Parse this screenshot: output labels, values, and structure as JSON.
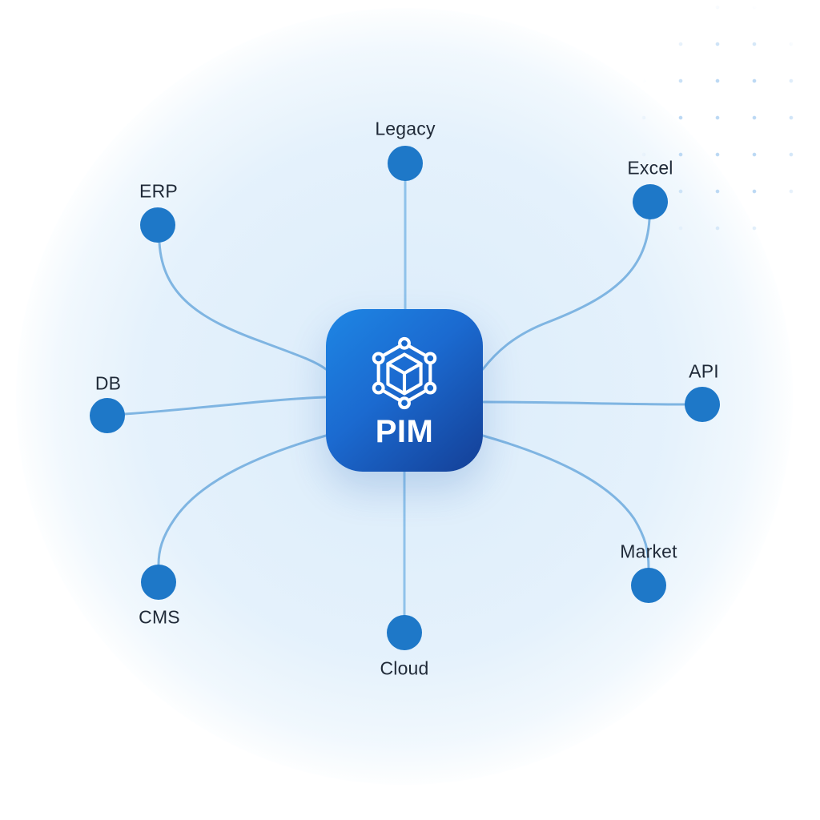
{
  "diagram": {
    "hub": {
      "label": "PIM",
      "icon": "cube-network-icon"
    },
    "nodes": [
      {
        "id": "legacy",
        "label": "Legacy"
      },
      {
        "id": "excel",
        "label": "Excel"
      },
      {
        "id": "api",
        "label": "API"
      },
      {
        "id": "market",
        "label": "Market"
      },
      {
        "id": "cloud",
        "label": "Cloud"
      },
      {
        "id": "cms",
        "label": "CMS"
      },
      {
        "id": "db",
        "label": "DB"
      },
      {
        "id": "erp",
        "label": "ERP"
      }
    ],
    "colors": {
      "hub_gradient_start": "#1e86e4",
      "hub_gradient_mid": "#1b6ad0",
      "hub_gradient_end": "#143f96",
      "node_fill": "#1e78c8",
      "connector": "#7fb5e2",
      "label_text": "#1f2937",
      "dot_grid": "#bcd9f4",
      "background_glow": "#d9ebfa"
    }
  }
}
